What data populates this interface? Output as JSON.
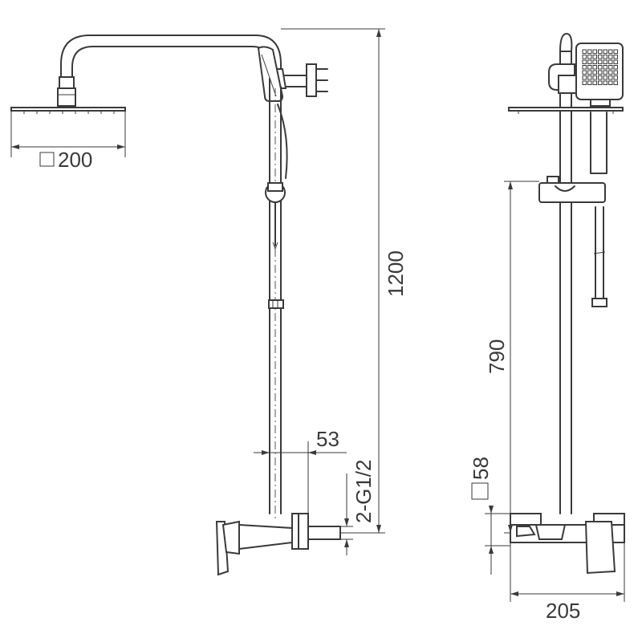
{
  "dimensions": {
    "head_size": "200",
    "total_height": "1200",
    "outlet_spacing": "53",
    "thread": "2-G1/2",
    "riser_height": "790",
    "base_size": "58",
    "overall_width": "205"
  },
  "symbols": {
    "square": "square-symbol"
  }
}
